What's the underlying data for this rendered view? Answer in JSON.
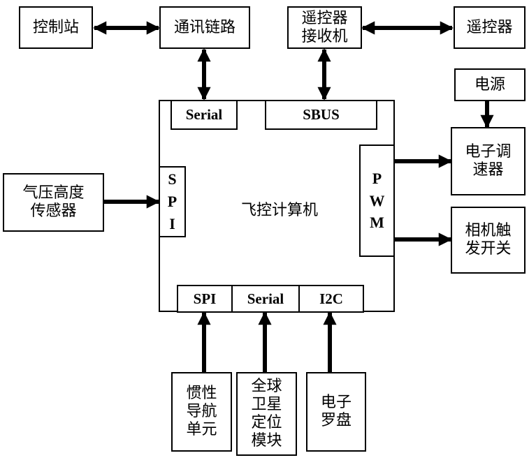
{
  "diagram": {
    "boxes": {
      "control_station": "控制站",
      "comm_link": "通讯链路",
      "rc_receiver": "遥控器\n接收机",
      "rc": "遥控器",
      "power": "电源",
      "esc": "电子调\n速器",
      "camera_trigger": "相机触\n发开关",
      "baro_sensor": "气压高度\n传感器",
      "imu": "惯性\n导航\n单元",
      "gnss": "全球\n卫星\n定位\n模块",
      "compass": "电子\n罗盘",
      "flight_computer": "飞控计算机"
    },
    "ports": {
      "serial_top": "Serial",
      "sbus": "SBUS",
      "spi_left": "S\nP\nI",
      "pwm": "P\nW\nM",
      "spi_bottom": "SPI",
      "serial_bottom": "Serial",
      "i2c": "I2C"
    },
    "colors": {
      "line": "#000000",
      "background": "#ffffff"
    }
  }
}
